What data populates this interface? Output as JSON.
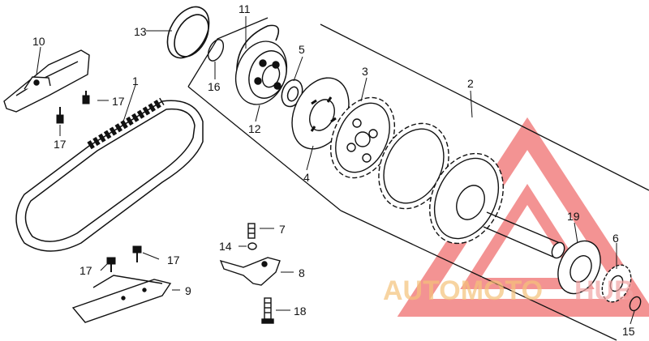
{
  "diagram": {
    "callouts": {
      "c1": "1",
      "c2": "2",
      "c3": "3",
      "c4": "4",
      "c5": "5",
      "c6": "6",
      "c7": "7",
      "c8": "8",
      "c9": "9",
      "c10": "10",
      "c11": "11",
      "c12": "12",
      "c13": "13",
      "c14": "14",
      "c15": "15",
      "c16": "16",
      "c17a": "17",
      "c17b": "17",
      "c17c": "17",
      "c17d": "17",
      "c18": "18",
      "c19": "19"
    }
  },
  "watermark": {
    "text_part1": "AUTOMOTO",
    "text_part2": "HUB",
    "color_primary": "#f2a3a3",
    "color_secondary": "#f5c27a",
    "logo_icon": "triangle-logo-icon"
  }
}
